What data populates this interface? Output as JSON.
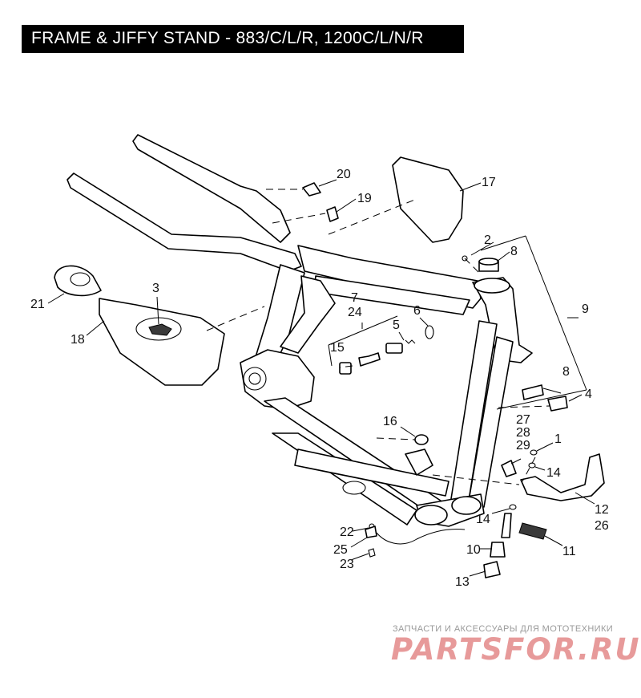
{
  "title": "FRAME & JIFFY STAND - 883/C/L/R, 1200C/L/N/R",
  "callouts": [
    "20",
    "17",
    "19",
    "2",
    "8",
    "21",
    "3",
    "7",
    "24",
    "6",
    "5",
    "9",
    "18",
    "15",
    "8",
    "4",
    "16",
    "27",
    "28",
    "29",
    "1",
    "14",
    "12",
    "26",
    "22",
    "14",
    "25",
    "10",
    "11",
    "23",
    "13"
  ],
  "watermark": {
    "line1": "ЗАПЧАСТИ И АКСЕССУАРЫ ДЛЯ МОТОТЕХНИКИ",
    "line2": "PARTSFOR.RU"
  },
  "colors": {
    "title_bg": "#000000",
    "title_fg": "#ffffff",
    "watermark": "#e79a9a"
  }
}
